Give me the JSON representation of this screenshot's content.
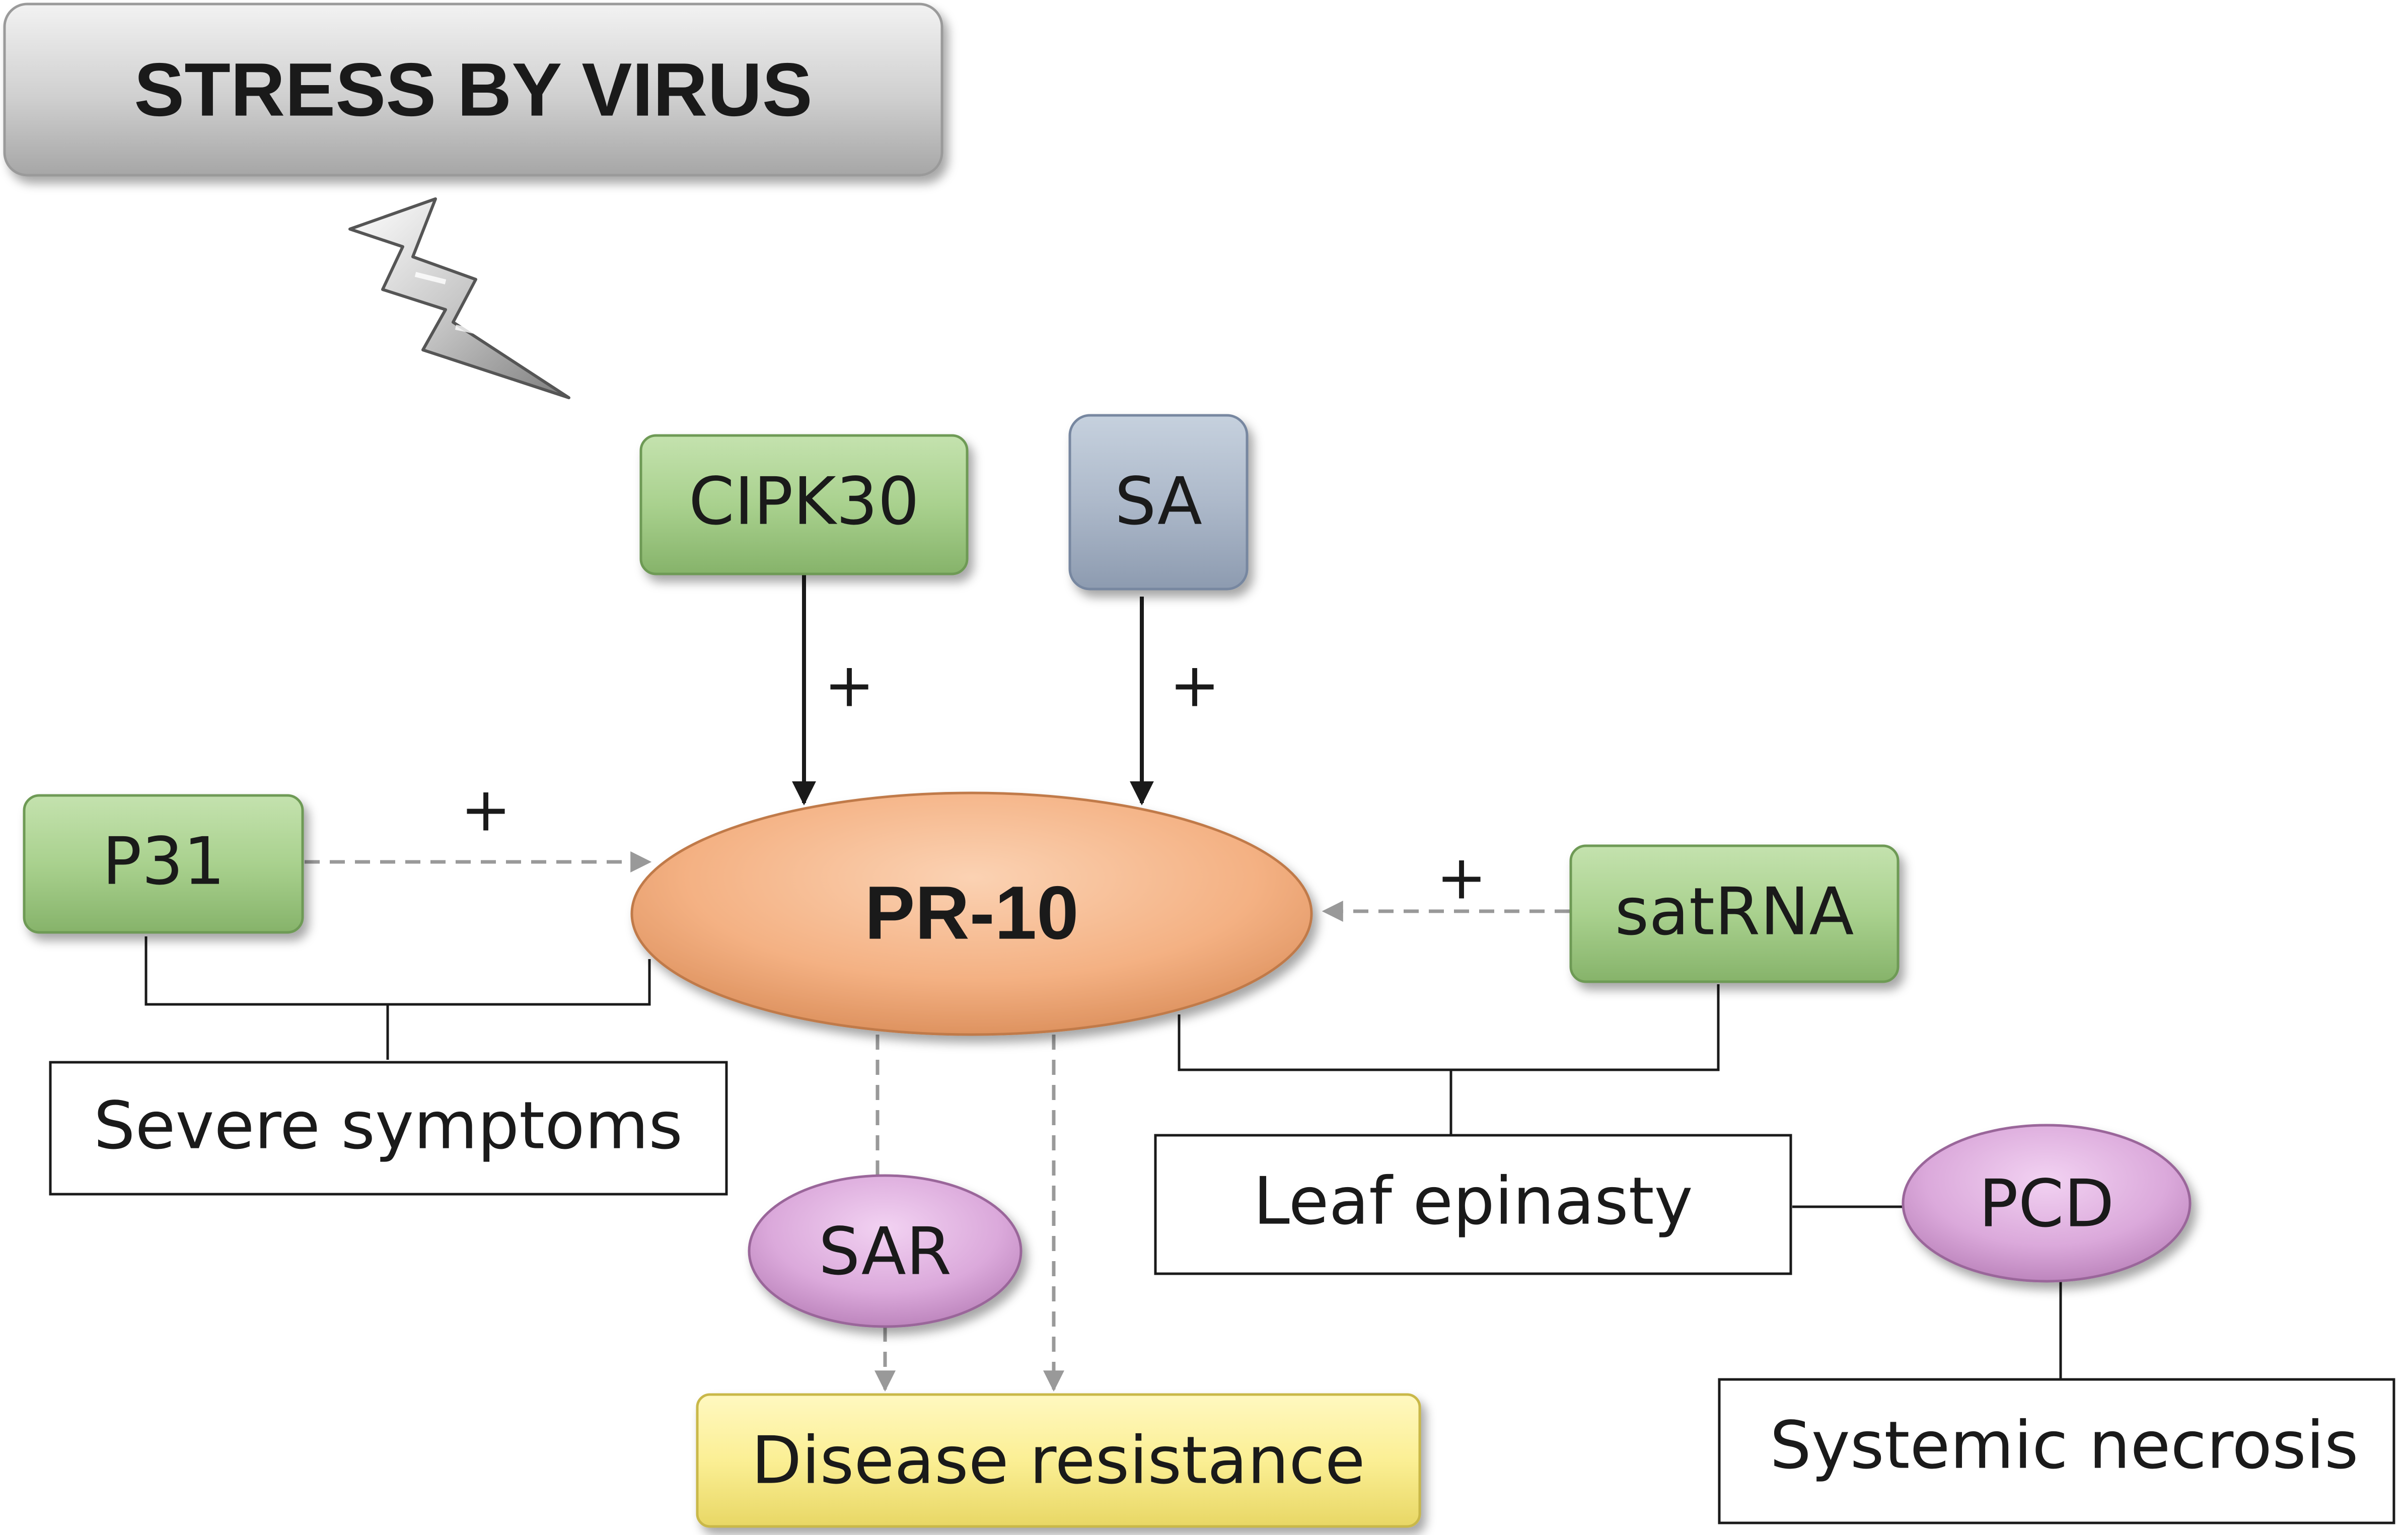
{
  "title": "STRESS BY VIRUS",
  "nodes": {
    "cipk30": "CIPK30",
    "sa": "SA",
    "p31": "P31",
    "pr10": "PR-10",
    "satrna": "satRNA",
    "sar": "SAR",
    "pcd": "PCD",
    "severe_symptoms": "Severe symptoms",
    "leaf_epinasty": "Leaf epinasty",
    "disease_resistance": "Disease resistance",
    "systemic_necrosis": "Systemic necrosis"
  },
  "edge_labels": {
    "cipk30_plus": "+",
    "sa_plus": "+",
    "p31_plus": "+",
    "satrna_plus": "+"
  },
  "colors": {
    "green_box": "#a9d18e",
    "blue_box": "#adb9ca",
    "orange_ellipse": "#f4b183",
    "pink_ellipse": "#d9a6d9",
    "yellow_box": "#fbf09a",
    "gray_box": "#d0d0d0",
    "dashed_arrow": "#999999",
    "solid_line": "#1a1a1a"
  }
}
